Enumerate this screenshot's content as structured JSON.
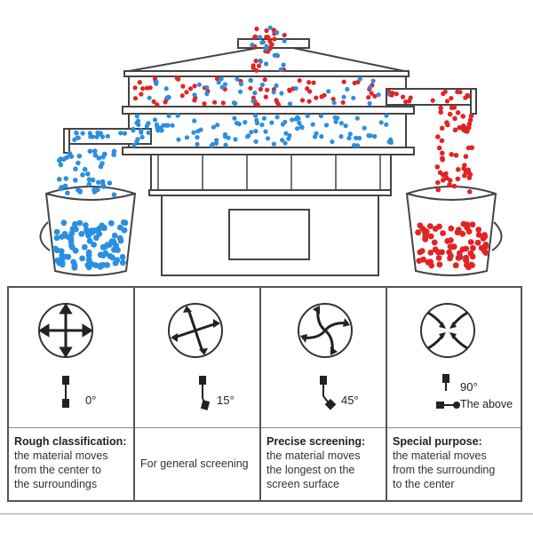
{
  "modes": [
    {
      "id": "rough",
      "icon": "cross-arrows-icon",
      "angle": "0°",
      "heading": "Rough classification:",
      "description_lines": [
        "the material moves",
        "from the center to",
        "the surroundings"
      ]
    },
    {
      "id": "general",
      "icon": "curved-arrows-15-icon",
      "angle": "15°",
      "heading": "",
      "description_lines": [
        "For general screening"
      ]
    },
    {
      "id": "precise",
      "icon": "spiral-arrows-45-icon",
      "angle": "45°",
      "heading": "Precise screening:",
      "description_lines": [
        "the material moves",
        "the longest on the",
        "screen surface"
      ]
    },
    {
      "id": "special",
      "icon": "inward-arrows-90-icon",
      "angle": "90°",
      "angle_note": "The above",
      "heading": "Special purpose:",
      "description_lines": [
        "the material moves",
        "from the surrounding",
        "to the center"
      ]
    }
  ],
  "colors": {
    "fine_particles": "#2b8fe0",
    "coarse_particles": "#e02424",
    "line": "#444444"
  }
}
